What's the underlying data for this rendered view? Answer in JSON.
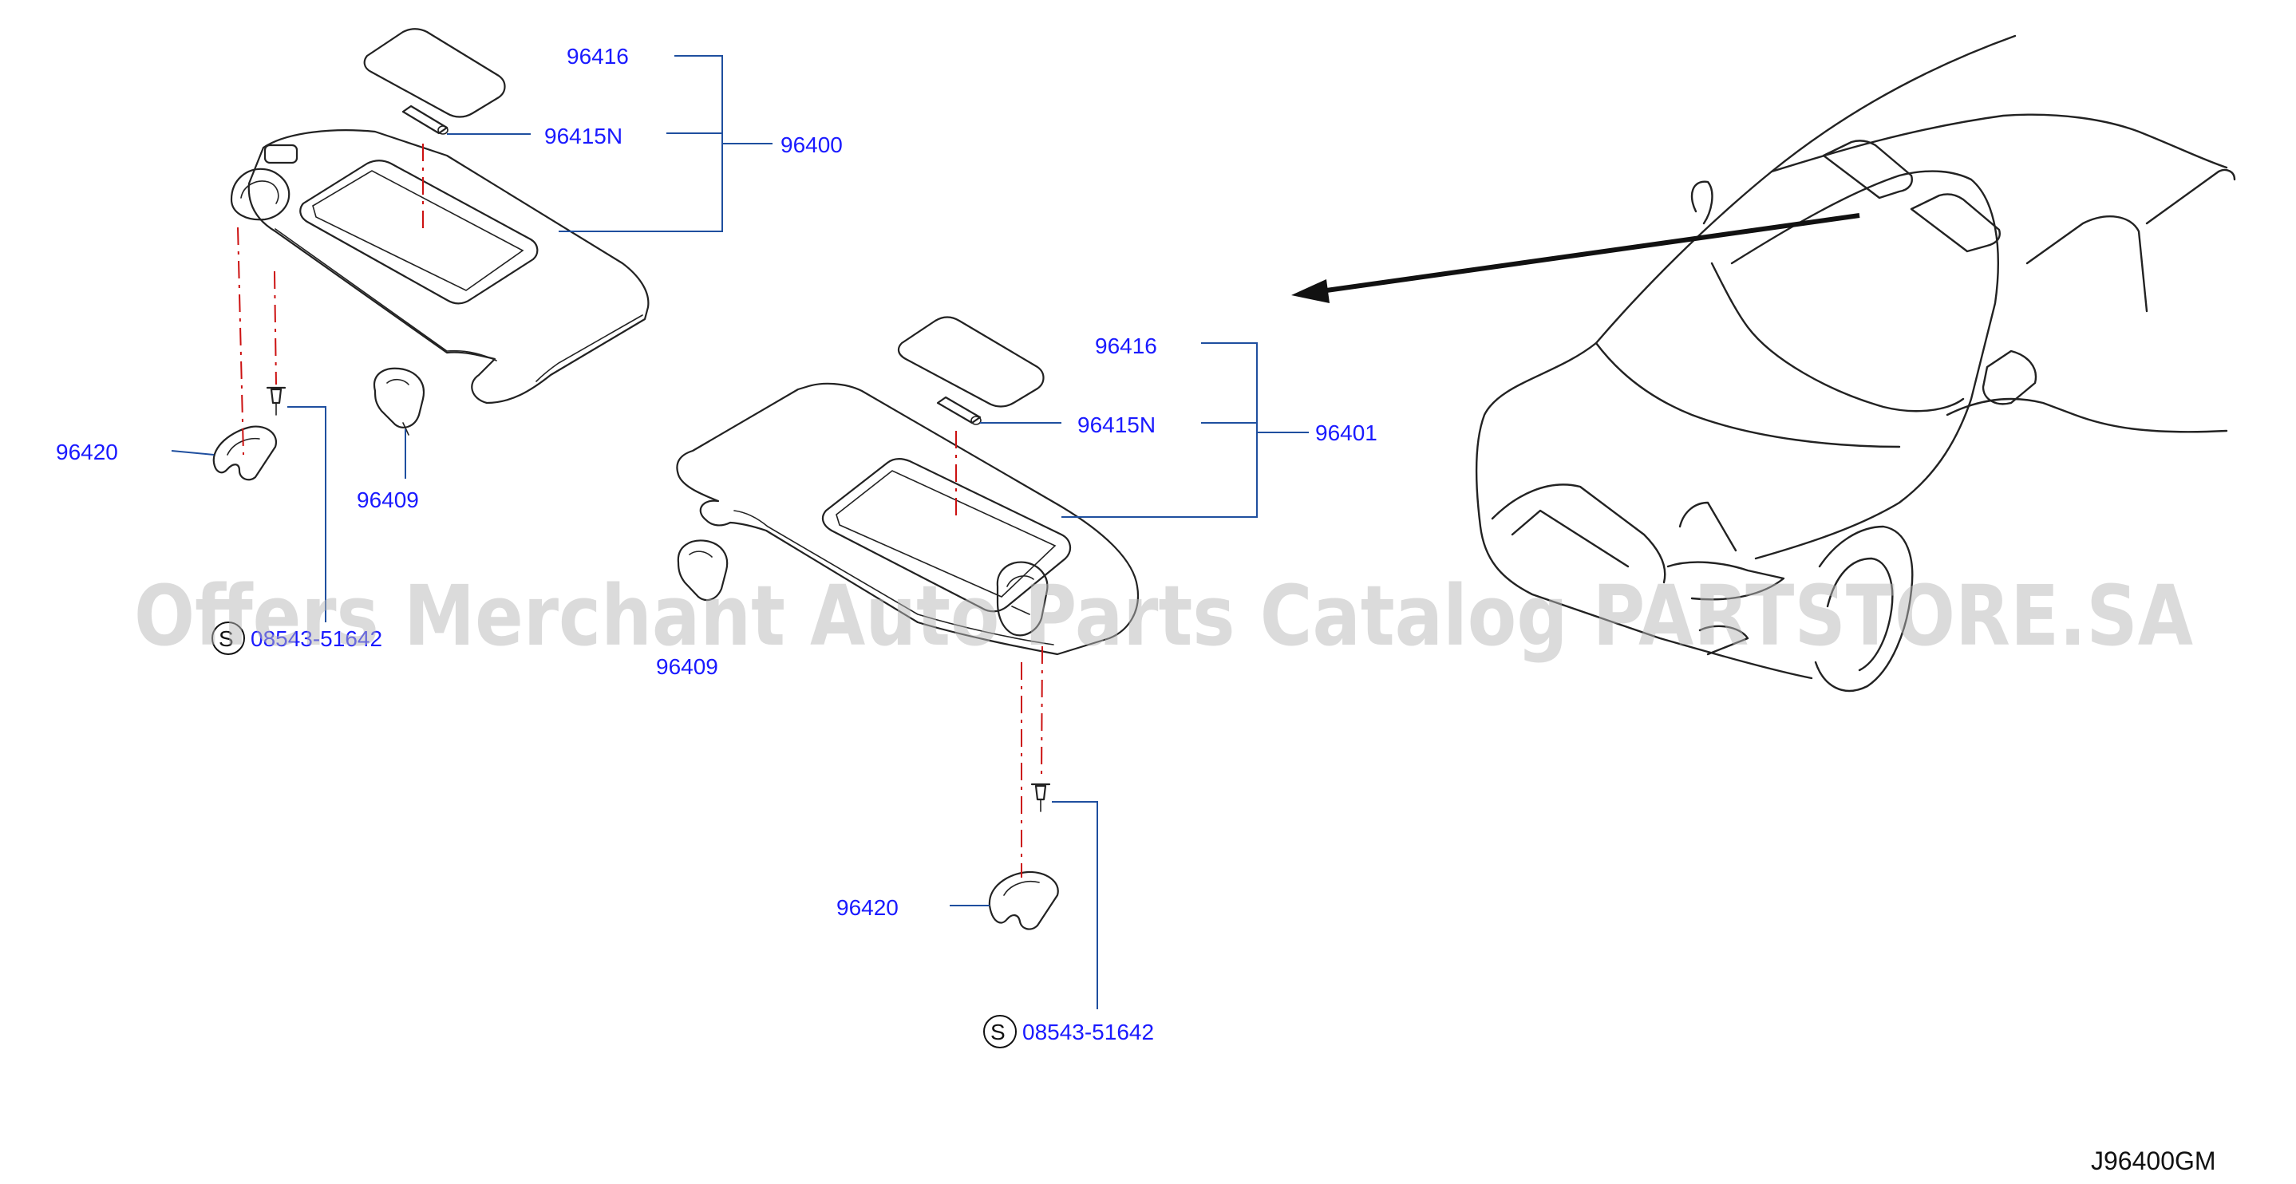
{
  "labels": {
    "mirror_cover_upper": "96416",
    "lamp_upper": "96415N",
    "visor_assy_left": "96400",
    "mirror_cover_lower": "96416",
    "lamp_lower": "96415N",
    "visor_assy_right": "96401",
    "holder_left": "96420",
    "holder_right": "96420",
    "clip_left": "96409",
    "clip_right": "96409",
    "screw_code_left": "08543-51642",
    "screw_code_right": "08543-51642",
    "screw_symbol": "S"
  },
  "watermark": "Offers Merchant Auto Parts Catalog PARTSTORE.SA",
  "diagram_code": "J96400GM"
}
